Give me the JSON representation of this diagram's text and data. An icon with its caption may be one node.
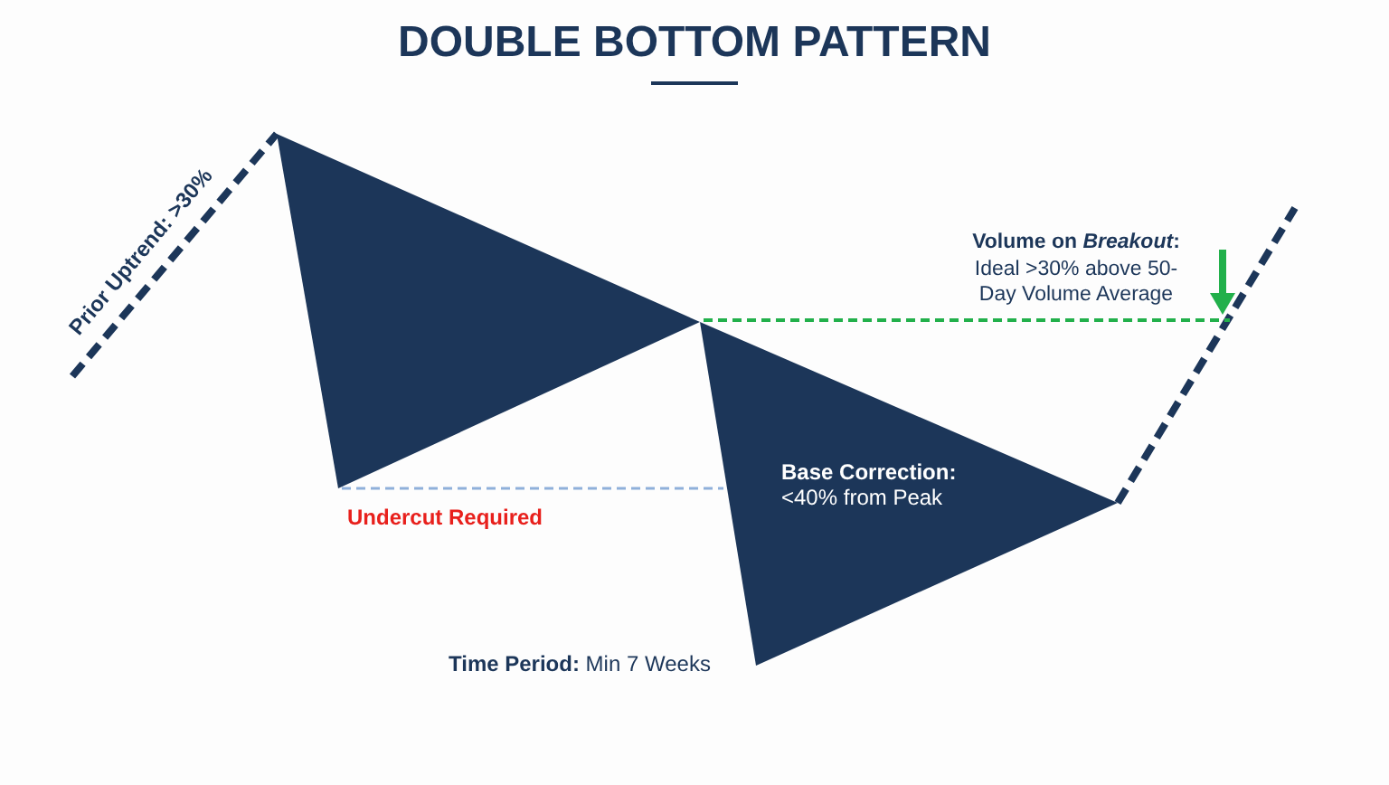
{
  "diagram": {
    "title": "DOUBLE BOTTOM PATTERN",
    "labels": [
      "Prior Uptrend: >30%",
      "Undercut Required",
      "**Base Correction:** <40% from Peak",
      "Volume on *Breakout*:",
      "Ideal >30% above 50- Day Volume Average",
      "**Time Period:** Min 7 Weeks"
    ]
  }
}
